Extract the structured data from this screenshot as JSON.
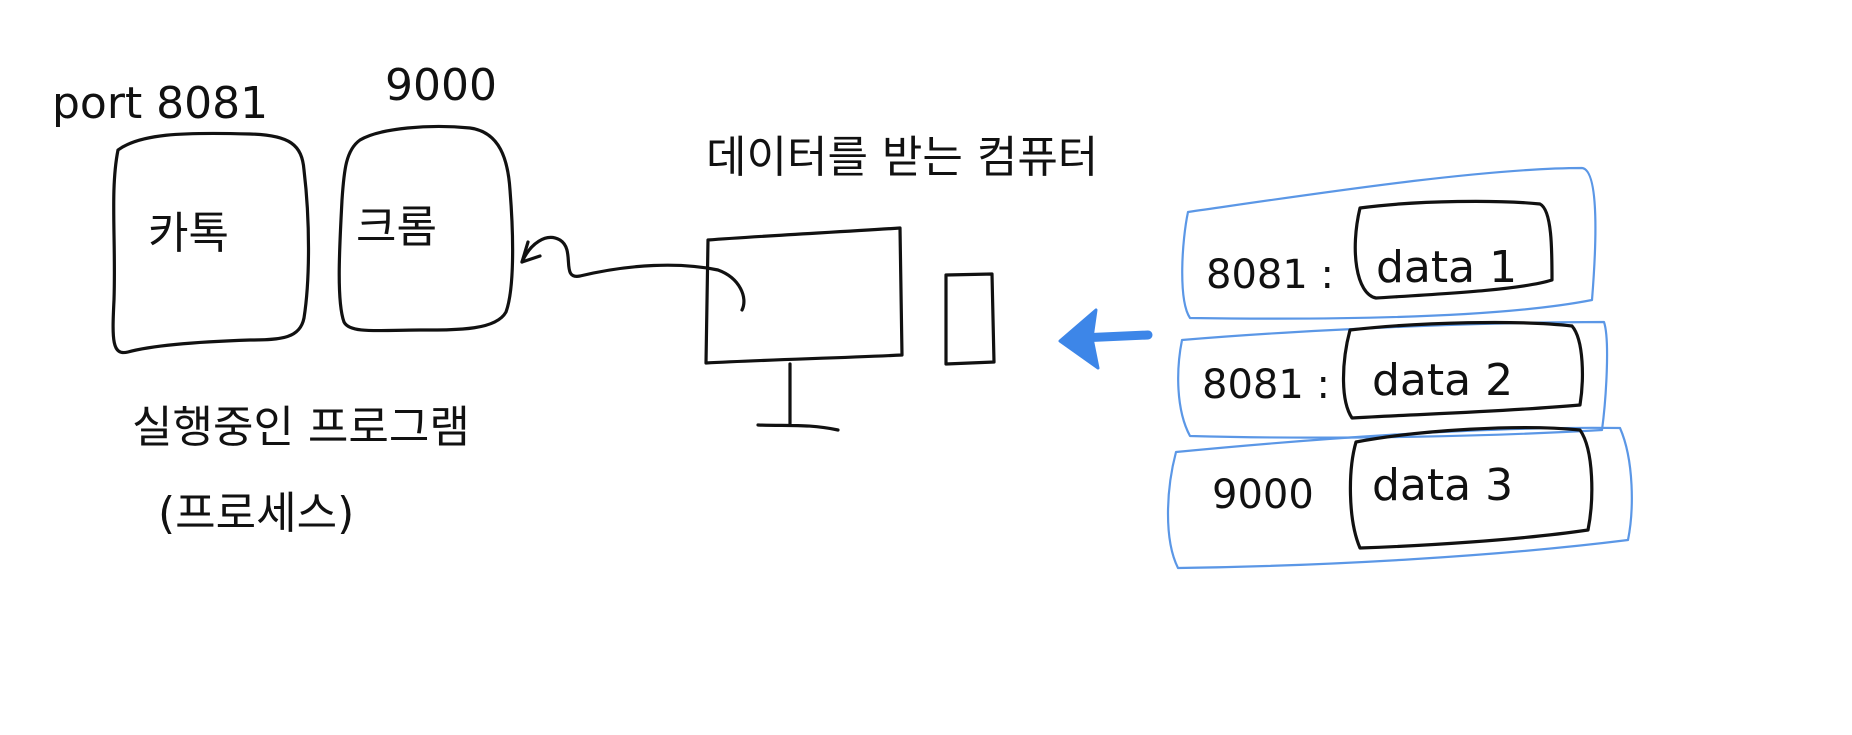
{
  "programs": {
    "kakao": {
      "port_label": "port 8081",
      "name": "카톡"
    },
    "chrome": {
      "port_label": "9000",
      "name": "크롬"
    },
    "caption": "실행중인 프로그램",
    "subcaption": "(프로세스)"
  },
  "computer": {
    "title": "데이터를 받는 컴퓨터"
  },
  "packets": [
    {
      "port": "8081 :",
      "data": "data 1"
    },
    {
      "port": "8081 :",
      "data": "data 2"
    },
    {
      "port": "9000",
      "data": "data 3"
    }
  ],
  "colors": {
    "ink": "#111111",
    "highlight": "#5b97e6",
    "arrow": "#3d86e8"
  }
}
